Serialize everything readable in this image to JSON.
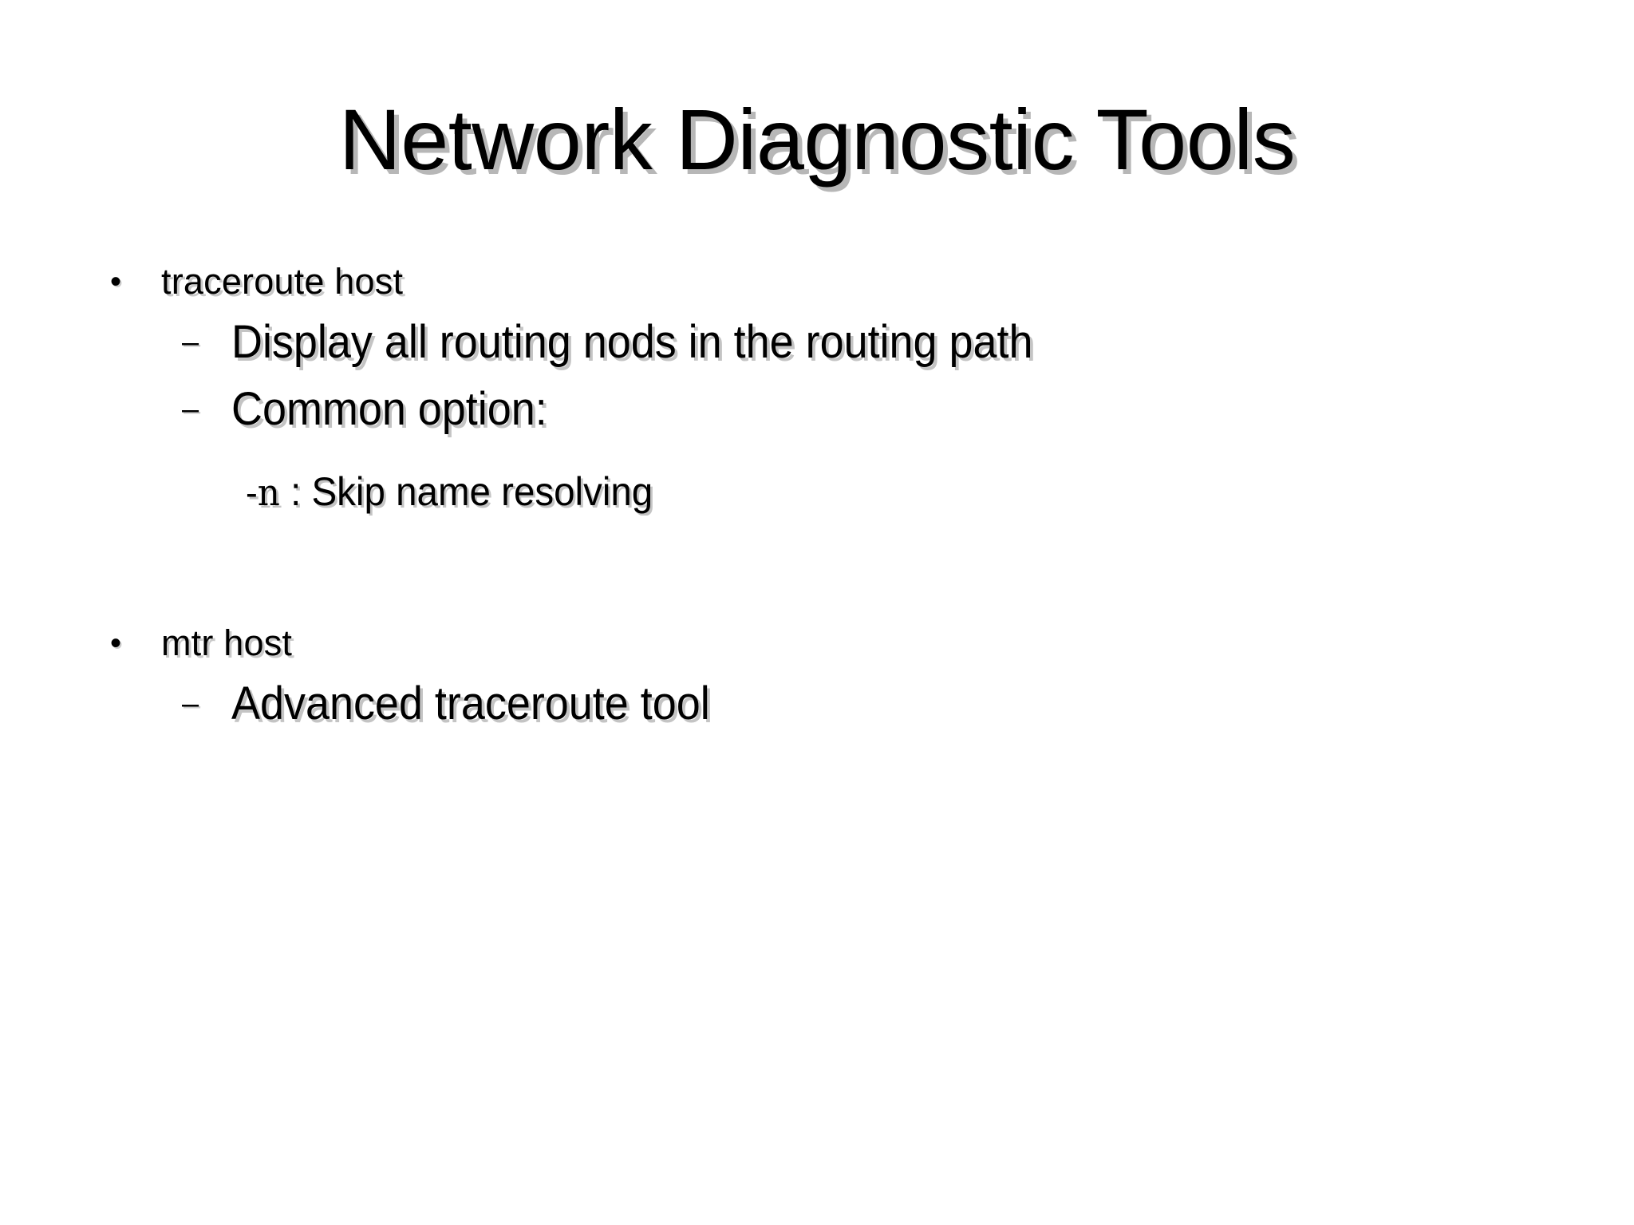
{
  "slide": {
    "title": "Network Diagnostic Tools",
    "background_color": "#ffffff",
    "text_color": "#000000",
    "shadow_color": "#bebebe",
    "markers": {
      "level1": "•",
      "level2": "–",
      "level3": ""
    },
    "content": [
      {
        "level": 1,
        "text": "traceroute host"
      },
      {
        "level": 2,
        "text": "Display all routing nods in the routing path"
      },
      {
        "level": 2,
        "text": "Common option:"
      },
      {
        "level": 3,
        "flag": "-n",
        "text": " : Skip name resolving"
      },
      {
        "level": 1,
        "text": "mtr host"
      },
      {
        "level": 2,
        "text": "Advanced traceroute tool"
      }
    ]
  }
}
